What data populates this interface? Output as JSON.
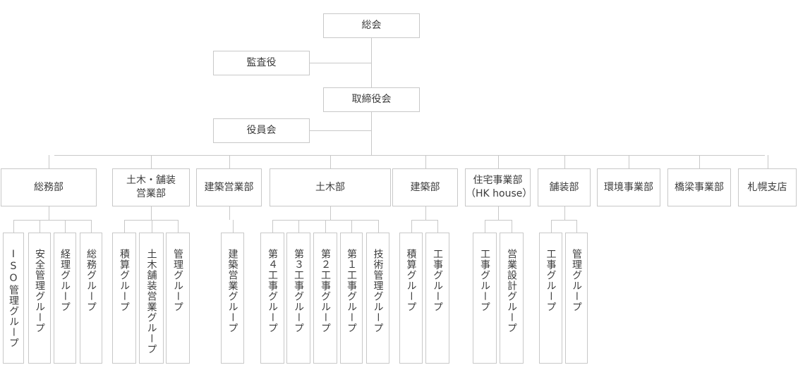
{
  "org_chart": {
    "general_meeting": "総会",
    "auditor": "監査役",
    "board": "取締役会",
    "officers_meeting": "役員会",
    "departments": [
      {
        "label": "総務部",
        "groups": [
          "ISO管理グループ",
          "安全管理グループ",
          "経理グループ",
          "総務グループ"
        ]
      },
      {
        "label": "土木・舗装\n営業部",
        "groups": [
          "積算グループ",
          "土木舗装営業グループ",
          "管理グループ"
        ]
      },
      {
        "label": "建築営業部",
        "groups": [
          "建築営業グループ"
        ]
      },
      {
        "label": "土木部",
        "groups": [
          "第４工事グループ",
          "第３工事グループ",
          "第２工事グループ",
          "第１工事グループ",
          "技術管理グループ"
        ]
      },
      {
        "label": "建築部",
        "groups": [
          "積算グループ",
          "工事グループ"
        ]
      },
      {
        "label": "住宅事業部\n（HK house）",
        "groups": [
          "工事グループ",
          "営業設計グループ"
        ]
      },
      {
        "label": "舗装部",
        "groups": [
          "工事グループ",
          "管理グループ"
        ]
      },
      {
        "label": "環境事業部",
        "groups": []
      },
      {
        "label": "橋梁事業部",
        "groups": []
      },
      {
        "label": "札幌支店",
        "groups": []
      }
    ]
  }
}
